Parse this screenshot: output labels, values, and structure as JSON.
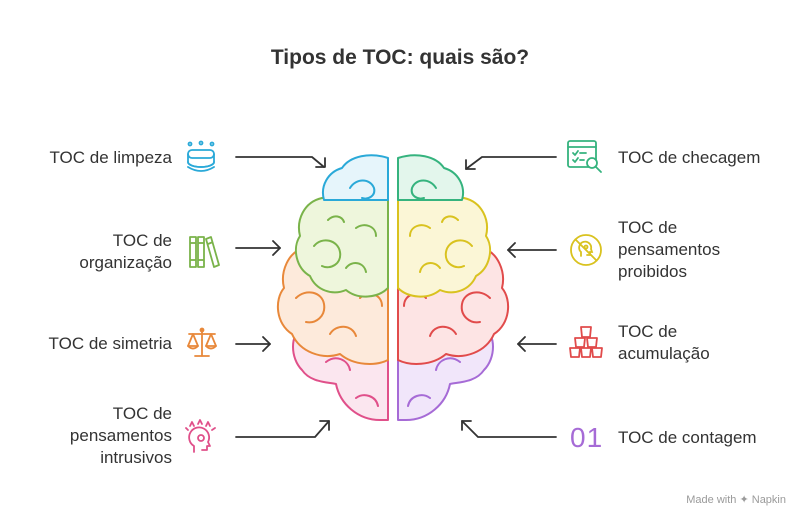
{
  "title": "Tipos de TOC: quais são?",
  "left_items": [
    {
      "lines": [
        "TOC de limpeza"
      ],
      "icon": "cleaning-icon",
      "color": "#2aa9d8"
    },
    {
      "lines": [
        "TOC de",
        "organização"
      ],
      "icon": "books-icon",
      "color": "#7ab34a"
    },
    {
      "lines": [
        "TOC de simetria"
      ],
      "icon": "scale-icon",
      "color": "#e8883a"
    },
    {
      "lines": [
        "TOC de",
        "pensamentos",
        "intrusivos"
      ],
      "icon": "intrusive-head-icon",
      "color": "#e0508a"
    }
  ],
  "right_items": [
    {
      "lines": [
        "TOC de checagem"
      ],
      "icon": "checklist-search-icon",
      "color": "#35b37e"
    },
    {
      "lines": [
        "TOC de",
        "pensamentos",
        "proibidos"
      ],
      "icon": "forbidden-thought-icon",
      "color": "#d9c21f"
    },
    {
      "lines": [
        "TOC de",
        "acumulação"
      ],
      "icon": "stacked-boxes-icon",
      "color": "#e14b4b"
    },
    {
      "lines": [
        "TOC de contagem"
      ],
      "icon": "counting-01-icon",
      "color": "#a66bd6"
    }
  ],
  "counting_glyph": "01",
  "footer": {
    "prefix": "Made with",
    "brand": "Napkin"
  }
}
